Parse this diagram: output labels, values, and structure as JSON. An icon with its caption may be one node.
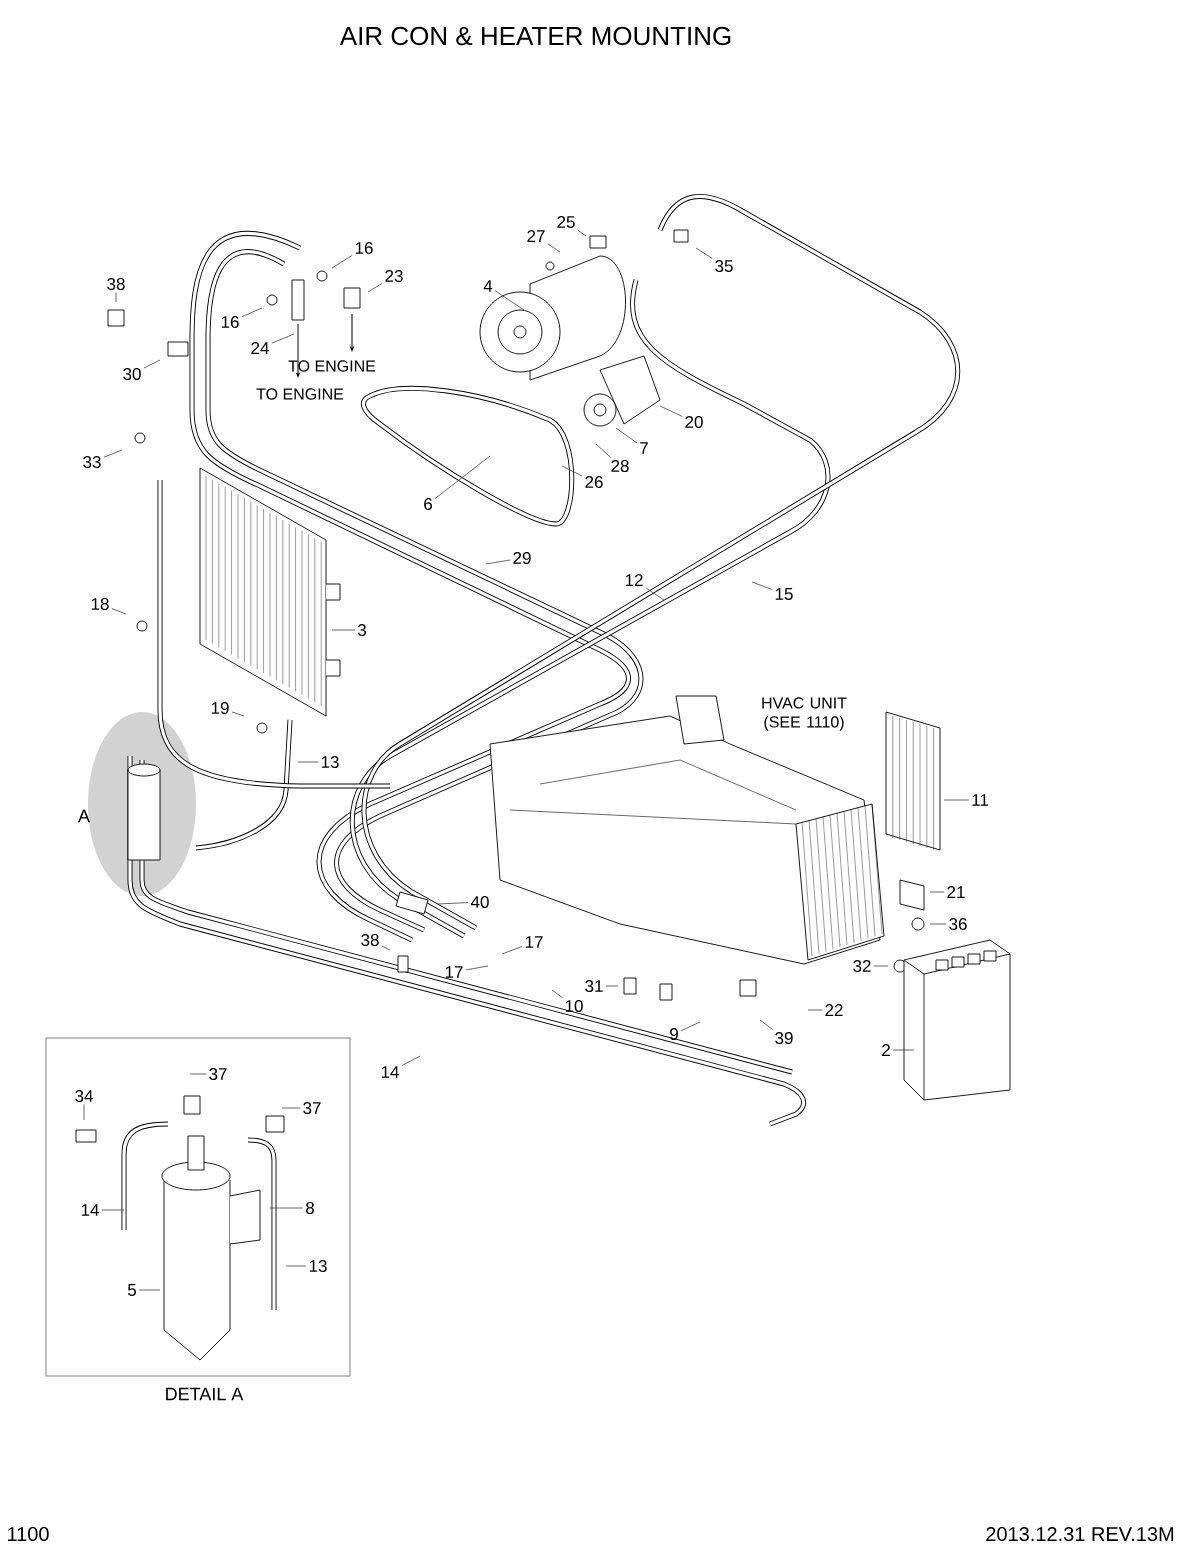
{
  "diagram": {
    "title": "AIR CON & HEATER MOUNTING",
    "nodes": [
      {
        "text": [
          "25"
        ]
      },
      {
        "text": [
          "27"
        ]
      },
      {
        "text": [
          "16"
        ]
      },
      {
        "text": [
          "35"
        ]
      },
      {
        "text": [
          "23"
        ]
      },
      {
        "text": [
          "38"
        ]
      },
      {
        "text": [
          "4"
        ]
      },
      {
        "text": [
          "16"
        ]
      },
      {
        "text": [
          "24"
        ]
      },
      {
        "text": [
          "30"
        ]
      },
      {
        "text": [
          "20"
        ]
      },
      {
        "text": [
          "7"
        ]
      },
      {
        "text": [
          "33"
        ]
      },
      {
        "text": [
          "28"
        ]
      },
      {
        "text": [
          "26"
        ]
      },
      {
        "text": [
          "6"
        ]
      },
      {
        "text": [
          "29"
        ]
      },
      {
        "text": [
          "12"
        ]
      },
      {
        "text": [
          "15"
        ]
      },
      {
        "text": [
          "18"
        ]
      },
      {
        "text": [
          "3"
        ]
      },
      {
        "text": [
          "19"
        ]
      },
      {
        "text": [
          "13"
        ]
      },
      {
        "text": [
          "11"
        ]
      },
      {
        "text": [
          "21"
        ]
      },
      {
        "text": [
          "40"
        ]
      },
      {
        "text": [
          "36"
        ]
      },
      {
        "text": [
          "17"
        ]
      },
      {
        "text": [
          "38"
        ]
      },
      {
        "text": [
          "32"
        ]
      },
      {
        "text": [
          "31"
        ]
      },
      {
        "text": [
          "17"
        ]
      },
      {
        "text": [
          "10"
        ]
      },
      {
        "text": [
          "22"
        ]
      },
      {
        "text": [
          "39"
        ]
      },
      {
        "text": [
          "9"
        ]
      },
      {
        "text": [
          "2"
        ]
      },
      {
        "text": [
          "14"
        ]
      },
      {
        "text": [
          "DETAIL A"
        ]
      },
      {
        "text": [
          "37"
        ],
        "in": 38
      },
      {
        "text": [
          "34"
        ],
        "in": 38
      },
      {
        "text": [
          "37"
        ],
        "in": 38
      },
      {
        "text": [
          "14"
        ],
        "in": 38
      },
      {
        "text": [
          "8"
        ],
        "in": 38
      },
      {
        "text": [
          "13"
        ],
        "in": 38
      },
      {
        "text": [
          "5"
        ],
        "in": 38
      }
    ],
    "edges": [
      {
        "from": 0,
        "to": null,
        "arrow": "none"
      },
      {
        "from": 1,
        "to": null,
        "arrow": "none"
      },
      {
        "from": 2,
        "to": null,
        "arrow": "none"
      },
      {
        "from": 3,
        "to": null,
        "arrow": "none"
      },
      {
        "from": 4,
        "to": null,
        "arrow": "none"
      },
      {
        "from": 5,
        "to": null,
        "arrow": "none"
      },
      {
        "from": 6,
        "to": null,
        "arrow": "none"
      },
      {
        "from": 7,
        "to": null,
        "arrow": "none"
      },
      {
        "from": 8,
        "to": null,
        "arrow": "none"
      },
      {
        "from": 9,
        "to": null,
        "arrow": "none"
      },
      {
        "from": 10,
        "to": null,
        "arrow": "none"
      },
      {
        "from": 11,
        "to": null,
        "arrow": "none"
      },
      {
        "from": 12,
        "to": null,
        "arrow": "none"
      },
      {
        "from": 13,
        "to": null,
        "arrow": "none"
      },
      {
        "from": 14,
        "to": null,
        "arrow": "none"
      },
      {
        "from": 15,
        "to": null,
        "arrow": "none"
      },
      {
        "from": 16,
        "to": null,
        "arrow": "none"
      },
      {
        "from": 17,
        "to": null,
        "arrow": "none"
      },
      {
        "from": 18,
        "to": null,
        "arrow": "none"
      },
      {
        "from": 19,
        "to": null,
        "arrow": "none"
      },
      {
        "from": 20,
        "to": null,
        "arrow": "none"
      },
      {
        "from": 21,
        "to": null,
        "arrow": "none"
      },
      {
        "from": 22,
        "to": null,
        "arrow": "none"
      },
      {
        "from": 23,
        "to": null,
        "arrow": "none"
      },
      {
        "from": 24,
        "to": null,
        "arrow": "none"
      },
      {
        "from": 25,
        "to": null,
        "arrow": "none"
      },
      {
        "from": 26,
        "to": null,
        "arrow": "none"
      },
      {
        "from": 27,
        "to": null,
        "arrow": "none"
      },
      {
        "from": 28,
        "to": null,
        "arrow": "none"
      },
      {
        "from": 29,
        "to": null,
        "arrow": "none"
      },
      {
        "from": 30,
        "to": null,
        "arrow": "none"
      },
      {
        "from": 31,
        "to": null,
        "arrow": "none"
      },
      {
        "from": 32,
        "to": null,
        "arrow": "none"
      },
      {
        "from": 33,
        "to": null,
        "arrow": "none"
      },
      {
        "from": 34,
        "to": null,
        "arrow": "none"
      },
      {
        "from": 35,
        "to": null,
        "arrow": "none"
      },
      {
        "from": 36,
        "to": null,
        "arrow": "none"
      },
      {
        "from": 37,
        "to": null,
        "arrow": "none"
      },
      {
        "from": 39,
        "to": null,
        "arrow": "none"
      },
      {
        "from": 40,
        "to": null,
        "arrow": "none"
      },
      {
        "from": 41,
        "to": null,
        "arrow": "none"
      },
      {
        "from": 42,
        "to": null,
        "arrow": "none"
      },
      {
        "from": 43,
        "to": null,
        "arrow": "none"
      },
      {
        "from": 44,
        "to": null,
        "arrow": "none"
      },
      {
        "from": 45,
        "to": null,
        "arrow": "none"
      }
    ],
    "labels": [
      "TO ENGINE",
      "TO ENGINE",
      "HVAC UNIT (SEE 1110)",
      "A",
      "1100",
      "2013.12.31 REV.13M"
    ]
  }
}
